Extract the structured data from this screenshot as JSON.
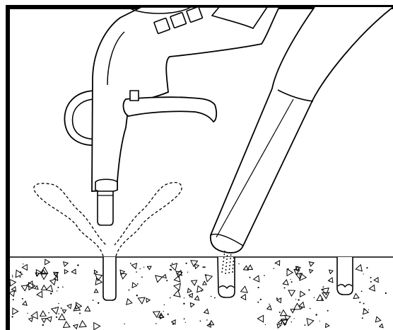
{
  "diagram": {
    "type": "line-illustration",
    "subject": "drilled-hole-cleaning",
    "ink_color": "#000000",
    "background_color": "#ffffff",
    "gun_keypad_buttons": 3,
    "concrete_holes": 3
  }
}
